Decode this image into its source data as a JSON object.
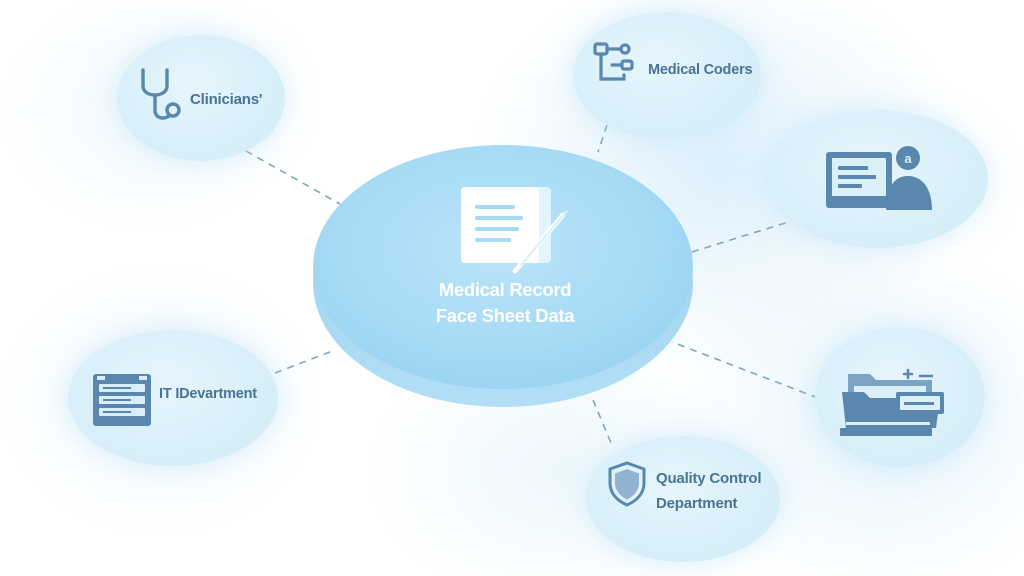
{
  "diagram": {
    "center": {
      "title_line1": "Medical Record",
      "title_line2": "Face Sheet Data",
      "icon": "document-pen-icon"
    },
    "nodes": [
      {
        "id": "clinicians",
        "label": "Clinicians'",
        "icon": "stethoscope-icon"
      },
      {
        "id": "medical-coders",
        "label": "Medical Coders",
        "icon": "flowchart-icon"
      },
      {
        "id": "patient-profile",
        "label": "",
        "icon": "id-card-person-icon"
      },
      {
        "id": "it-department",
        "label": "IT IDevartment",
        "icon": "server-rack-icon"
      },
      {
        "id": "records-folder",
        "label": "",
        "icon": "folder-files-icon"
      },
      {
        "id": "quality-control",
        "label_line1": "Quality Control",
        "label_line2": "Department",
        "icon": "shield-icon"
      }
    ]
  },
  "colors": {
    "center_disc": "#a9dcf6",
    "node_fill": "#d8eff9",
    "icon": "#5a87ad",
    "label": "#4a7394",
    "connector": "#7fa4bf"
  }
}
